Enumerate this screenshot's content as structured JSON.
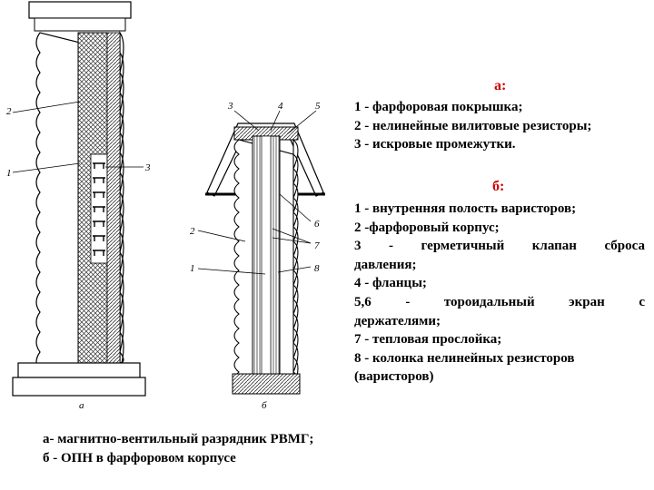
{
  "legend_a": {
    "title": "а:",
    "items": [
      "1 - фарфоровая покрышка;",
      "2 - нелинейные вилитовые резисторы;",
      "3 - искровые промежутки."
    ]
  },
  "legend_b": {
    "title": "б:",
    "items": [
      "1 - внутренняя полость варисторов;",
      "2 -фарфоровый корпус;",
      "3 - герметичный клапан сброса",
      "давления;",
      "4 - фланцы;",
      "5,6 - тороидальный экран с",
      "держателями;",
      "7 - тепловая прослойка;",
      "8 - колонка нелинейных резисторов",
      "(варисторов)"
    ]
  },
  "caption": {
    "line1": "а- магнитно-вентильный разрядник РВМГ;",
    "line2": "б - ОПН в фарфоровом корпусе"
  },
  "figure_a": {
    "sublabel": "а",
    "callouts": [
      "2",
      "1",
      "3"
    ]
  },
  "figure_b": {
    "sublabel": "б",
    "callouts": [
      "3",
      "4",
      "5",
      "6",
      "2",
      "7",
      "1",
      "8"
    ]
  },
  "colors": {
    "title": "#cc0000",
    "ink": "#000000",
    "hatch": "#444444"
  }
}
